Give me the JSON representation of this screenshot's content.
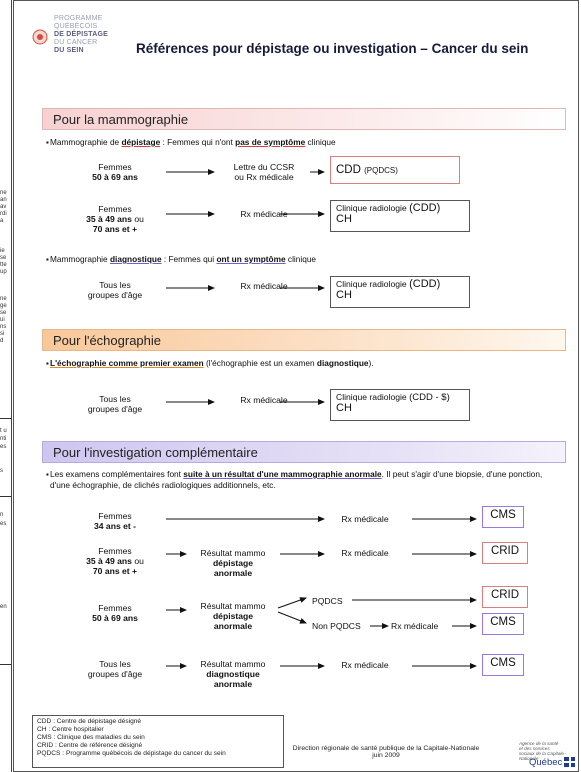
{
  "left_strip_glyphs": [
    "ne",
    "an",
    "av",
    "rdi",
    "a",
    "ie",
    "se",
    "tte",
    "up",
    "ne",
    "ge",
    "se",
    "ui",
    "ns",
    "si",
    "d",
    "t u",
    "nti",
    "es",
    "s",
    "n",
    "es",
    "en"
  ],
  "logo": {
    "line1": "PROGRAMME",
    "line2": "QUÉBÉCOIS",
    "line3": "DE DÉPISTAGE",
    "line4": "DU CANCER",
    "line5": "DU SEIN",
    "accent_colors": [
      "#d84a3a",
      "#9aa0b2",
      "#5a5f7c"
    ]
  },
  "title": "Références pour dépistage ou investigation – Cancer du sein",
  "sections": {
    "mammo": {
      "heading": "Pour la mammographie",
      "bullet1": {
        "pre": "Mammographie de ",
        "bold": "dépistage",
        "mid": " : Femmes qui n'ont ",
        "bold2": "pas de symptôme",
        "post": " clinique"
      },
      "row1": {
        "who1": "Femmes",
        "who2": "50 à 69 ans",
        "via1": "Lettre du CCSR",
        "via2": "ou Rx médicale",
        "dest_main": "CDD",
        "dest_sub": "(PQDCS)"
      },
      "row2": {
        "who1": "Femmes",
        "who2": "35 à 49 ans",
        "who2b": " ou",
        "who3": "70 ans et +",
        "via": "Rx médicale",
        "dest_main": "Clinique radiologie ",
        "dest_paren": "(CDD)",
        "dest_line2": "CH"
      },
      "bullet2": {
        "pre": "Mammographie ",
        "bold": "diagnostique",
        "mid": " : Femmes qui ",
        "bold2": "ont un symptôme",
        "post": " clinique"
      },
      "row3": {
        "who1": "Tous les",
        "who2": "groupes d'âge",
        "via": "Rx médicale",
        "dest_main": "Clinique radiologie ",
        "dest_paren": "(CDD)",
        "dest_line2": "CH"
      }
    },
    "echo": {
      "heading": "Pour l'échographie",
      "bullet": {
        "bold": "L'échographie comme premier examen",
        "mid": " (l'échographie est un examen ",
        "bold2": "diagnostique",
        "post": ")."
      },
      "row": {
        "who1": "Tous les",
        "who2": "groupes d'âge",
        "via": "Rx médicale",
        "dest_main": "Clinique radiologie ",
        "dest_paren": "(CDD - $)",
        "dest_line2": "CH"
      }
    },
    "invest": {
      "heading": "Pour l'investigation complémentaire",
      "bullet": {
        "pre": "Les examens complémentaires font ",
        "bold": "suite à un résultat d'une mammographie anormale",
        "post": ". Il peut s'agir d'une biopsie, d'une ponction, d'une échographie, de clichés radiologiques additionnels, etc."
      },
      "row1": {
        "who1": "Femmes",
        "who2": "34 ans et -",
        "via": "Rx médicale",
        "dest": "CMS"
      },
      "row2": {
        "who1": "Femmes",
        "who2": "35 à 49 ans",
        "who2b": " ou",
        "who3": "70 ans et +",
        "res1": "Résultat mammo",
        "res2": "dépistage",
        "res3": "anormale",
        "via": "Rx médicale",
        "dest": "CRID"
      },
      "row3": {
        "who1": "Femmes",
        "who2": "50 à 69 ans",
        "res1": "Résultat mammo",
        "res2": "dépistage",
        "res3": "anormale",
        "branch1": "PQDCS",
        "branch2": "Non PQDCS",
        "via": "Rx médicale",
        "dest1": "CRID",
        "dest2": "CMS"
      },
      "row4": {
        "who1": "Tous les",
        "who2": "groupes d'âge",
        "res1": "Résultat mammo",
        "res2": "diagnostique",
        "res3": "anormale",
        "via": "Rx médicale",
        "dest": "CMS"
      }
    }
  },
  "legend": [
    "CDD : Centre de dépistage désigné",
    "CH : Centre hospitalier",
    "CMS : Clinique des maladies du sein",
    "CRID : Centre de référence désigné",
    "PQDCS : Programme québécois de dépistage du cancer du sein"
  ],
  "footer": {
    "line1": "Direction régionale de santé publique de la Capitale-Nationale",
    "line2": "juin 2009"
  },
  "agency": {
    "line1": "Agence de la santé",
    "line2": "et des services",
    "line3": "sociaux de la Capitale-",
    "line4": "Nationale"
  },
  "quebec": "Québec"
}
